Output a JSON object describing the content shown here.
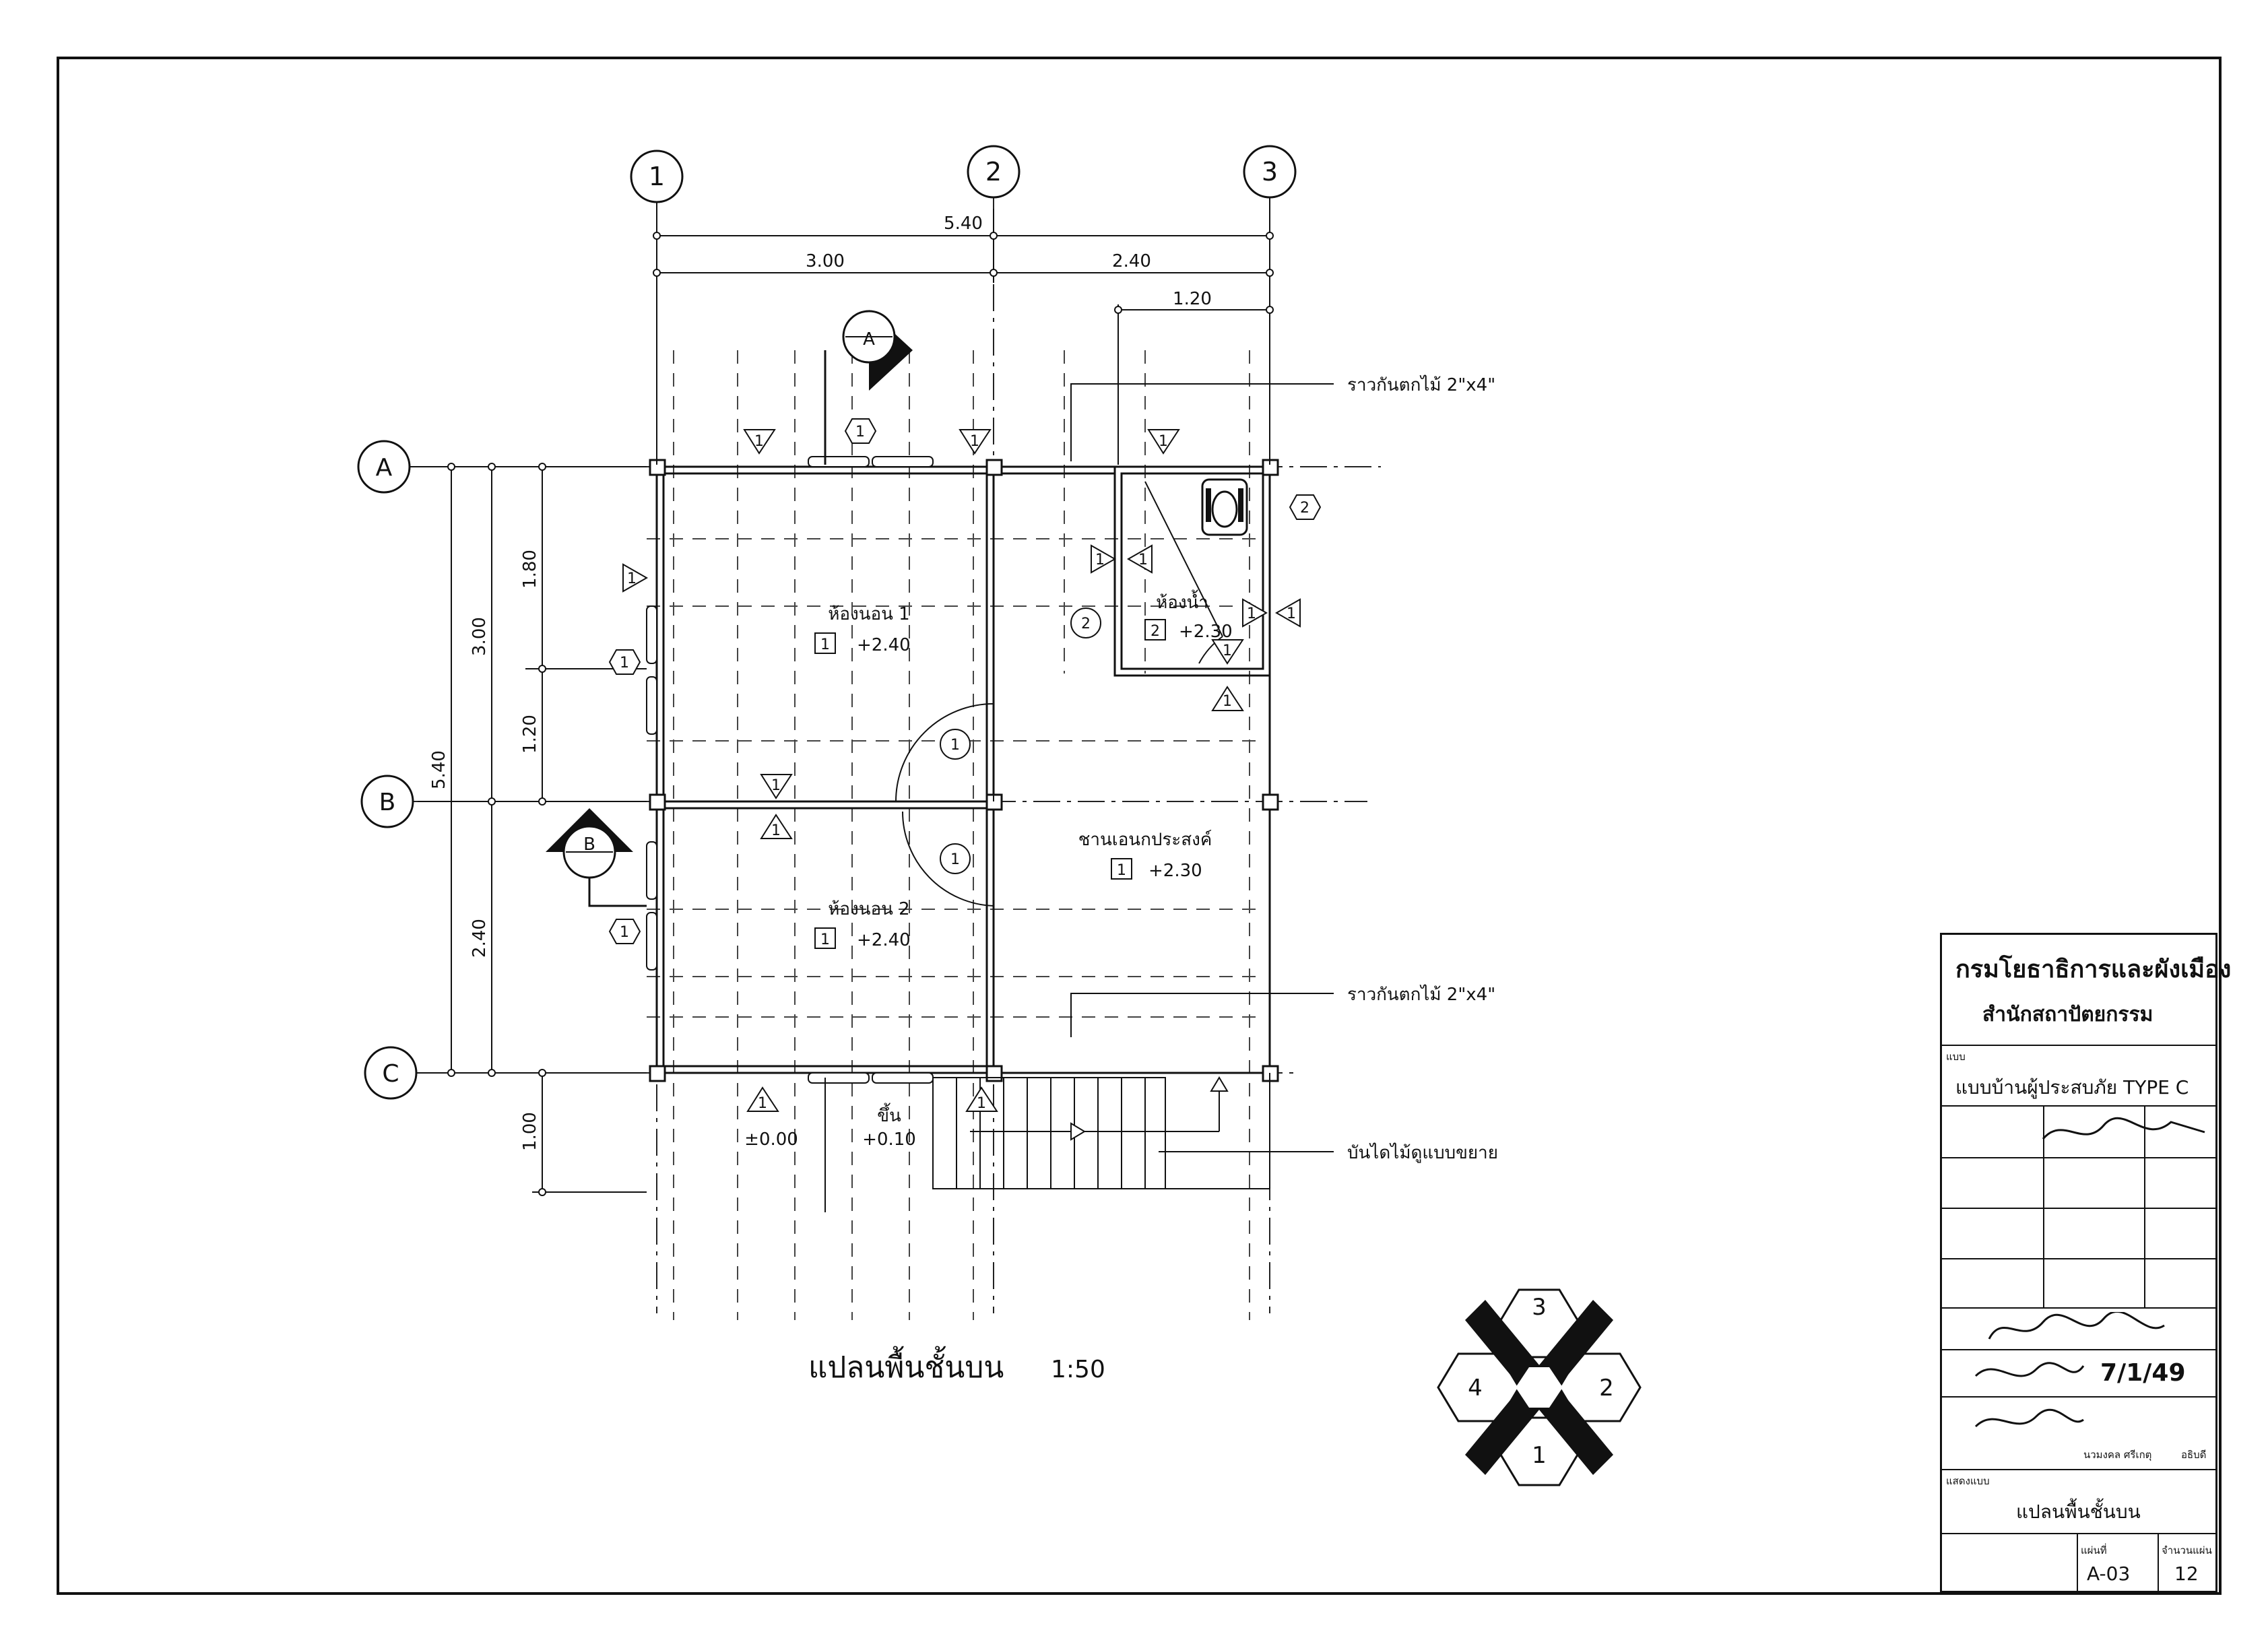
{
  "grid": {
    "columns": [
      "1",
      "2",
      "3"
    ],
    "rows": [
      "A",
      "B",
      "C"
    ]
  },
  "dimensions": {
    "top_total": "5.40",
    "top_left": "3.00",
    "top_right": "2.40",
    "bath_width": "1.20",
    "left_total": "5.40",
    "left_a_b": "3.00",
    "left_b_c": "2.40",
    "seg_1": "1.80",
    "seg_2": "1.20",
    "stair": "1.00"
  },
  "rooms": {
    "bedroom1": {
      "name": "ห้องนอน 1",
      "tag": "1",
      "level": "+2.40"
    },
    "bedroom2": {
      "name": "ห้องนอน 2",
      "tag": "1",
      "level": "+2.40"
    },
    "bathroom": {
      "name": "ห้องน้ำ",
      "tag": "2",
      "level": "+2.30"
    },
    "terrace": {
      "name": "ชานเอนกประสงค์",
      "tag": "1",
      "level": "+2.30"
    }
  },
  "levels": {
    "ground": "±0.00",
    "stair_label": "ขึ้น",
    "stair_level": "+0.10"
  },
  "annotations": {
    "railing_top": "ราวกันตกไม้ 2\"x4\"",
    "railing_bottom": "ราวกันตกไม้ 2\"x4\"",
    "stair_note": "บันไดไม้ดูแบบขยาย"
  },
  "section_markers": {
    "a": "A",
    "b": "B"
  },
  "tags": {
    "window": "1",
    "door": "1",
    "bath_door": "2"
  },
  "plan_title": "แปลนพื้นชั้นบน",
  "plan_scale": "1:50",
  "key_plan": {
    "top": "3",
    "left": "4",
    "right": "2",
    "bottom": "1"
  },
  "title_block": {
    "department": "กรมโยธาธิการและผังเมือง",
    "bureau": "สำนักสถาปัตยกรรม",
    "project_label": "แบบ",
    "project_name": "แบบบ้านผู้ประสบภัย TYPE C",
    "drawing_label": "แสดงแบบ",
    "drawing_name": "แปลนพื้นชั้นบน",
    "approval_date": "7/1/49",
    "signer": "นวมงคล ศรีเกตุ",
    "signer_title": "อธิบดี",
    "sheet_label": "แผ่นที่",
    "sheet_no": "A-03",
    "total_label": "จำนวนแผ่น",
    "total_sheets": "12"
  }
}
